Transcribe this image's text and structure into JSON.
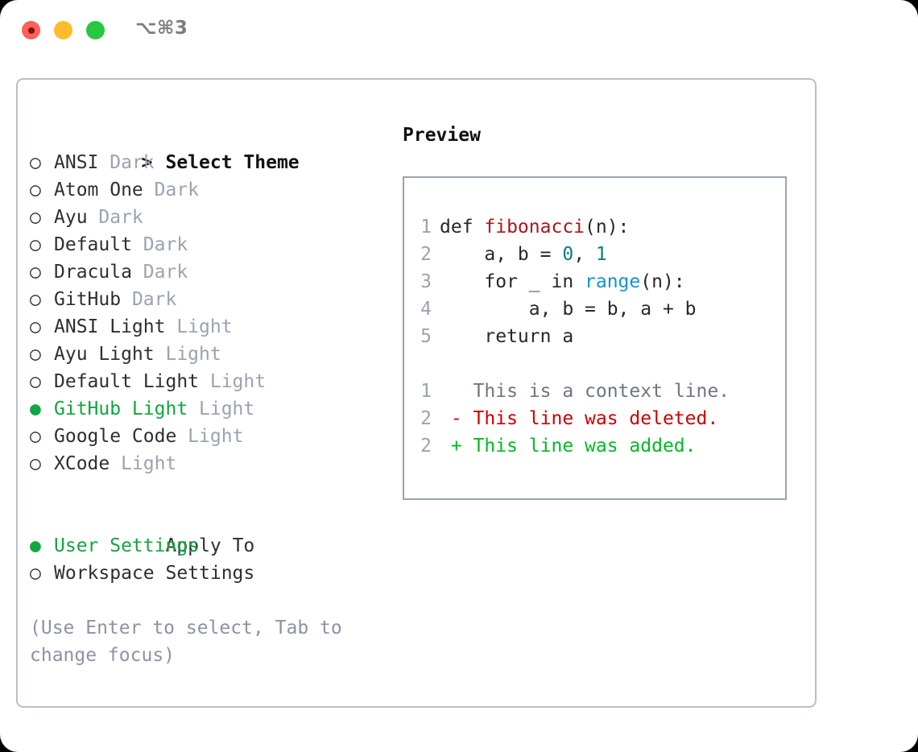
{
  "titlebar": {
    "shortcut": "⌥⌘3",
    "lights": [
      {
        "name": "close",
        "color": "#ff6159"
      },
      {
        "name": "minimize",
        "color": "#ffbd2e"
      },
      {
        "name": "maximize",
        "color": "#28c840"
      }
    ]
  },
  "colors": {
    "selected_green": "#11a63f",
    "muted": "#9aa3b0",
    "help": "#8b93a3",
    "panel_border": "#b6bfcb",
    "preview_border": "#99a4b3",
    "fn": "#a8181c",
    "num": "#0b7e83",
    "builtin": "#1592d6",
    "diff_del": "#cc0000",
    "diff_add": "#00bb22"
  },
  "theme_list": {
    "heading_marker": "> ",
    "heading": "Select Theme",
    "marker_unselected": "○ ",
    "marker_selected": "● ",
    "items": [
      {
        "marker": "○ ",
        "label": "ANSI",
        "suffix": " Dark",
        "selected": false
      },
      {
        "marker": "○ ",
        "label": "Atom One",
        "suffix": " Dark",
        "selected": false
      },
      {
        "marker": "○ ",
        "label": "Ayu",
        "suffix": " Dark",
        "selected": false
      },
      {
        "marker": "○ ",
        "label": "Default",
        "suffix": " Dark",
        "selected": false
      },
      {
        "marker": "○ ",
        "label": "Dracula",
        "suffix": " Dark",
        "selected": false
      },
      {
        "marker": "○ ",
        "label": "GitHub",
        "suffix": " Dark",
        "selected": false
      },
      {
        "marker": "○ ",
        "label": "ANSI Light",
        "suffix": " Light",
        "selected": false
      },
      {
        "marker": "○ ",
        "label": "Ayu Light",
        "suffix": " Light",
        "selected": false
      },
      {
        "marker": "○ ",
        "label": "Default Light",
        "suffix": " Light",
        "selected": false
      },
      {
        "marker": "● ",
        "label": "GitHub Light",
        "suffix": " Light",
        "selected": true
      },
      {
        "marker": "○ ",
        "label": "Google Code",
        "suffix": " Light",
        "selected": false
      },
      {
        "marker": "○ ",
        "label": "XCode",
        "suffix": " Light",
        "selected": false
      }
    ]
  },
  "apply_to": {
    "heading_marker": "  ",
    "heading": "Apply To",
    "items": [
      {
        "marker": "● ",
        "label": "User Settings",
        "suffix": "",
        "selected": true
      },
      {
        "marker": "○ ",
        "label": "Workspace Settings",
        "suffix": "",
        "selected": false
      }
    ]
  },
  "help_text": "(Use Enter to select, Tab to change focus)",
  "preview": {
    "title": "Preview",
    "code_lines": [
      {
        "n": "1",
        "segments": [
          {
            "t": "def ",
            "c": "plain"
          },
          {
            "t": "fibonacci",
            "c": "fn"
          },
          {
            "t": "(n):",
            "c": "plain"
          }
        ]
      },
      {
        "n": "2",
        "segments": [
          {
            "t": "    a, b = ",
            "c": "plain"
          },
          {
            "t": "0",
            "c": "num"
          },
          {
            "t": ", ",
            "c": "plain"
          },
          {
            "t": "1",
            "c": "num"
          }
        ]
      },
      {
        "n": "3",
        "segments": [
          {
            "t": "    for _ in ",
            "c": "plain"
          },
          {
            "t": "range",
            "c": "bi"
          },
          {
            "t": "(n):",
            "c": "plain"
          }
        ]
      },
      {
        "n": "4",
        "segments": [
          {
            "t": "        a, b = b, a + b",
            "c": "plain"
          }
        ]
      },
      {
        "n": "5",
        "segments": [
          {
            "t": "    return a",
            "c": "plain"
          }
        ]
      },
      {
        "n": "",
        "segments": [
          {
            "t": "",
            "c": "plain"
          }
        ]
      },
      {
        "n": "1",
        "segments": [
          {
            "t": "   This is a context line.",
            "c": "ctx"
          }
        ]
      },
      {
        "n": "2",
        "segments": [
          {
            "t": " - This line was deleted.",
            "c": "del"
          }
        ]
      },
      {
        "n": "2",
        "segments": [
          {
            "t": " + This line was added.",
            "c": "add"
          }
        ]
      }
    ]
  }
}
